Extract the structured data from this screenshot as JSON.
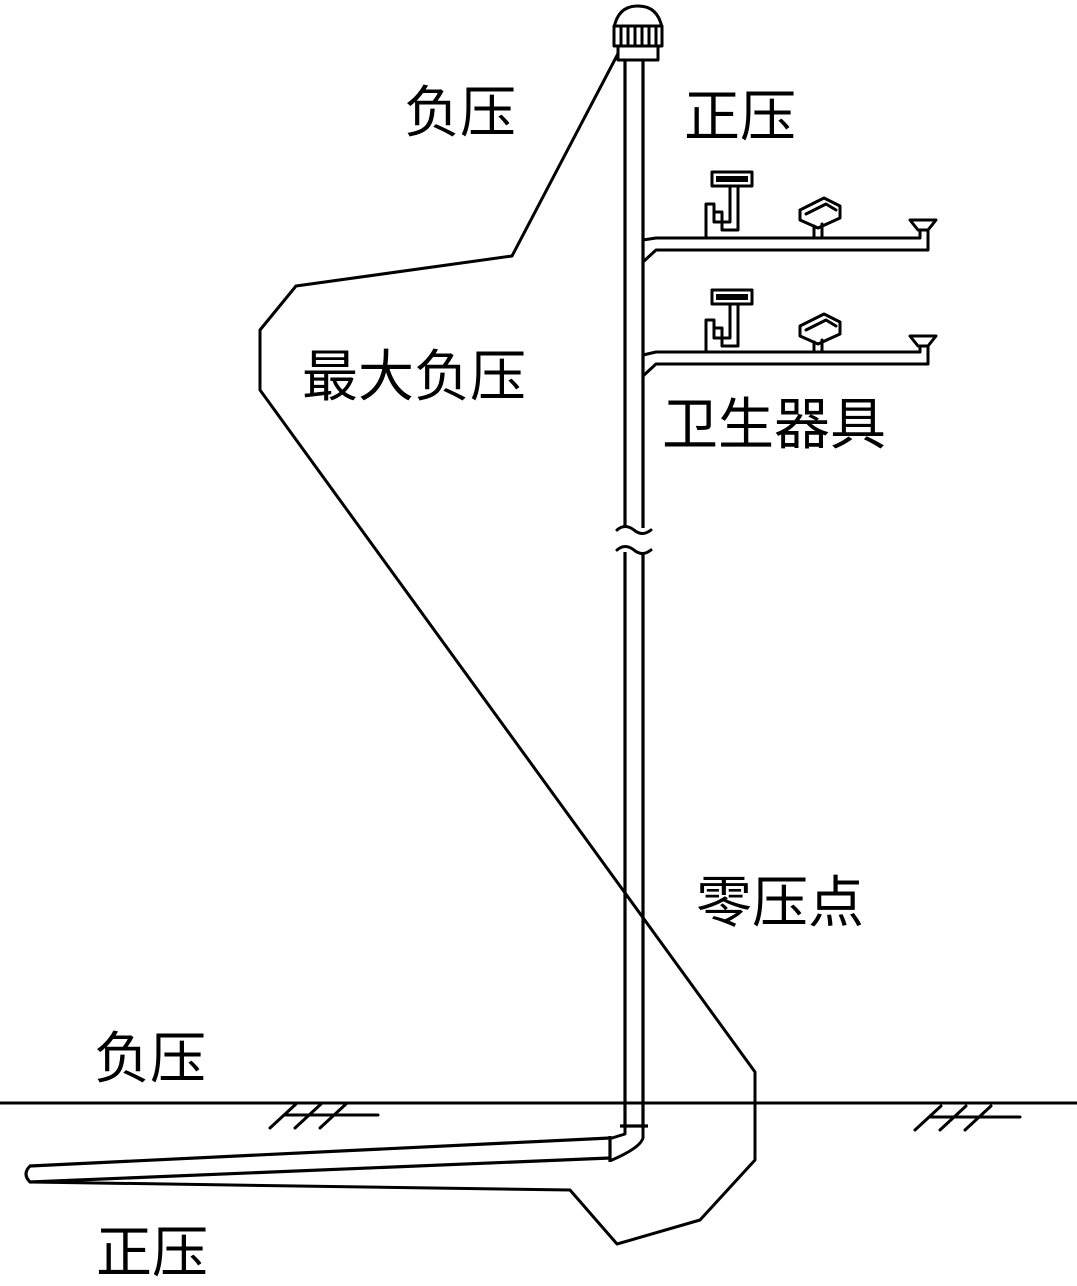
{
  "labels": {
    "top_negative": "负压",
    "top_positive": "正压",
    "max_negative": "最大负压",
    "fixtures": "卫生器具",
    "zero_point": "零压点",
    "bottom_negative": "负压",
    "bottom_positive": "正压"
  }
}
